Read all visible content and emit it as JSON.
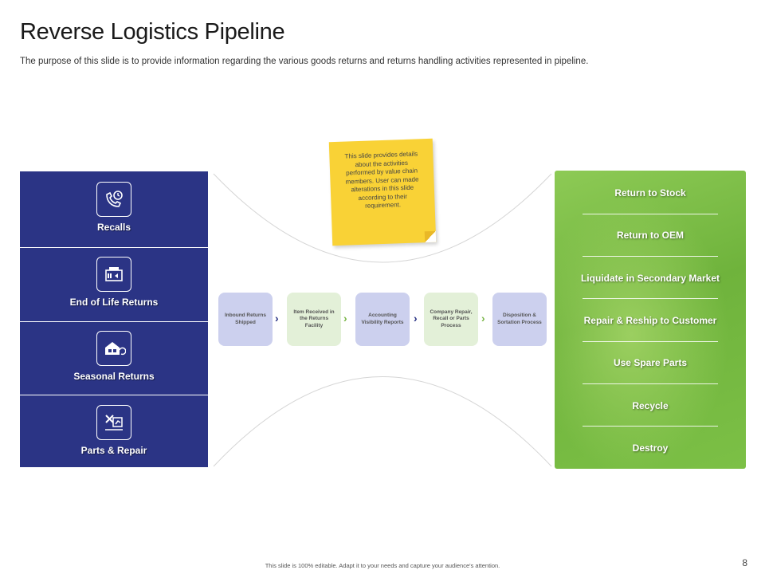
{
  "header": {
    "title": "Reverse Logistics Pipeline",
    "subtitle": "The purpose of this slide is to provide information regarding the various goods returns and returns handling activities represented in pipeline."
  },
  "left_panel": {
    "items": [
      {
        "label": "Recalls",
        "icon": "phone-recall-icon"
      },
      {
        "label": "End of Life Returns",
        "icon": "truck-return-icon"
      },
      {
        "label": "Seasonal Returns",
        "icon": "warehouse-return-icon"
      },
      {
        "label": "Parts & Repair",
        "icon": "tools-icon"
      }
    ],
    "color": "#2b3485"
  },
  "sticky_note": {
    "text": "This slide provides details about the activities performed by value chain members. User can made alterations in this slide according to their requirement.",
    "color": "#f9d236"
  },
  "process_steps": [
    {
      "label": "Inbound Returns Shipped",
      "color": "#ccd0ee"
    },
    {
      "label": "Item Received in the Returns Facility",
      "color": "#e3f0d8"
    },
    {
      "label": "Accounting Visibility Reports",
      "color": "#ccd0ee"
    },
    {
      "label": "Company Repair, Recall or Parts Process",
      "color": "#e3f0d8"
    },
    {
      "label": "Disposition & Sortation Process",
      "color": "#ccd0ee"
    }
  ],
  "right_panel": {
    "items": [
      "Return to Stock",
      "Return to OEM",
      "Liquidate in Secondary Market",
      "Repair & Reship to Customer",
      "Use Spare Parts",
      "Recycle",
      "Destroy"
    ],
    "color": "#7cc046"
  },
  "footer": {
    "note": "This slide is 100% editable. Adapt it to your needs and capture your audience's attention.",
    "page_number": "8"
  }
}
